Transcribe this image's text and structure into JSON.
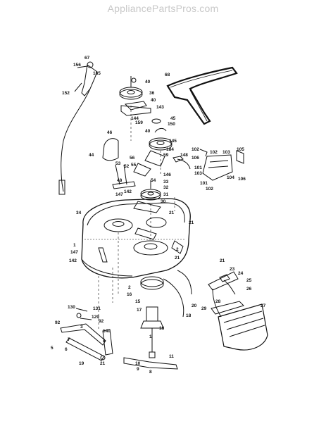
{
  "watermark": "AppliancePartsPros.com",
  "part_callouts": [
    "1",
    "2",
    "3",
    "4",
    "5",
    "6",
    "7",
    "8",
    "9",
    "10",
    "11",
    "15",
    "16",
    "17",
    "18",
    "19",
    "20",
    "21",
    "23",
    "24",
    "25",
    "26",
    "27",
    "28",
    "29",
    "30",
    "31",
    "32",
    "33",
    "34",
    "36",
    "40",
    "44",
    "45",
    "46",
    "52",
    "53",
    "54",
    "55",
    "56",
    "59",
    "67",
    "68",
    "92",
    "101",
    "102",
    "103",
    "104",
    "105",
    "106",
    "129",
    "130",
    "131",
    "140",
    "142",
    "143",
    "144",
    "145",
    "146",
    "147",
    "148",
    "150",
    "152",
    "156",
    "159",
    "184",
    "185"
  ]
}
